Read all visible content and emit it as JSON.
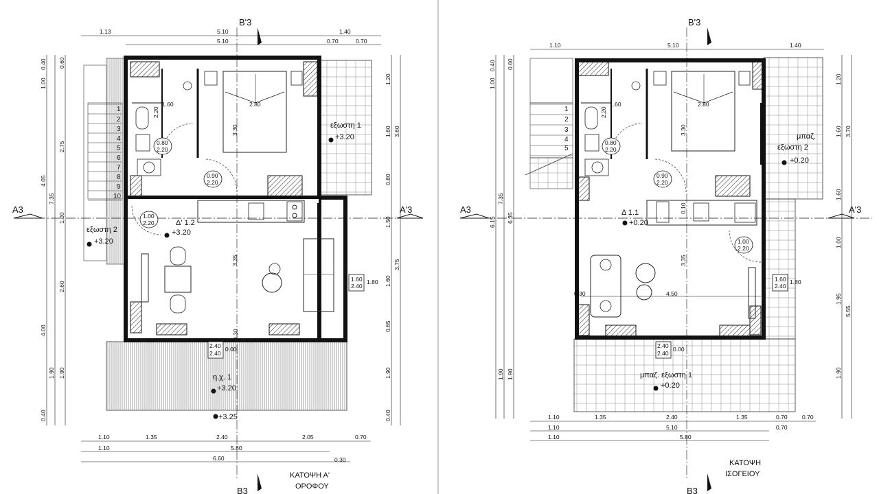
{
  "sections": {
    "b3": "B'3",
    "a3": "A3",
    "a3p": "A'3",
    "b3_bottom": "B3"
  },
  "upper": {
    "title_line1": "ΚΑΤΟΨΗ Α'",
    "title_line2": "ΟΡΟΦΟΥ",
    "terrace1_name": "εξωστη 1",
    "terrace1_level": "+3.20",
    "terrace2_name": "εξωστη 2",
    "terrace2_level": "+3.20",
    "room_name": "Δ' 1.2",
    "room_level": "+3.20",
    "hx_name": "η.χ. 1",
    "hx_level": "+3.20",
    "roof_level": "+3.25",
    "stairs": [
      "1",
      "2",
      "3",
      "4",
      "5",
      "6",
      "7",
      "8",
      "9",
      "10"
    ],
    "door_bath": [
      "0.80",
      "2.20"
    ],
    "door_bed": [
      "0.90",
      "2.20"
    ],
    "door_entry": [
      "1.00",
      "2.20"
    ],
    "win_right": [
      "1.60",
      "2.40"
    ],
    "win_right_sill": "1.80",
    "win_bottom": [
      "2.40",
      "2.40"
    ],
    "win_bottom_sill": "0.00",
    "inner": {
      "bath_w": "1.60",
      "bed_w": "2.80",
      "bed_d": "3.30",
      "living_d": "3.35",
      "wc": "2.20",
      "small": "0.30"
    },
    "top_dims": {
      "r1": [
        "1.13",
        "5.10",
        "1.40"
      ],
      "r2": [
        "5.10",
        "0.70",
        "0.70"
      ]
    },
    "bottom_dims": {
      "r1": [
        "1.10",
        "1.35",
        "2.40",
        "2.05",
        "0.70"
      ],
      "r2": [
        "1.10",
        "5.80"
      ],
      "r3": [
        "6.60"
      ],
      "r4": [
        "0.30"
      ]
    },
    "left_dims": {
      "c1": [
        "0.40",
        "1.00",
        "4.05",
        "4.00",
        "0.40"
      ],
      "c2": [
        "0.60",
        "2.75",
        "7.35",
        "2.60",
        "1.90"
      ],
      "c3": [
        "1.00",
        "1.90"
      ]
    },
    "right_dims": {
      "c1": [
        "1.20",
        "1.60",
        "0.80",
        "1.50",
        "1.60",
        "0.65",
        "1.90",
        "0.40"
      ],
      "c2": [
        "3.60",
        "3.75"
      ]
    }
  },
  "ground": {
    "title_line1": "ΚΑΤΟΨΗ",
    "title_line2": "ΙΣΟΓΕΙΟΥ",
    "terrace2_name_1": "μπαζ.",
    "terrace2_name_2": "εξωστη 2",
    "terrace2_level": "+0.20",
    "terrace1_name": "μπαζ. εξωστη 1",
    "terrace1_level": "+0.20",
    "room_name": "Δ 1.1",
    "room_level": "+0.20",
    "stairs": [
      "1",
      "2",
      "3",
      "4",
      "5"
    ],
    "door_bath": [
      "0.80",
      "2.20"
    ],
    "door_bed": [
      "0.90",
      "2.20"
    ],
    "door_entry": [
      "1.00",
      "2.20"
    ],
    "win_right": [
      "1.60",
      "2.40"
    ],
    "win_right_sill": "1.80",
    "win_bottom": [
      "2.40",
      "2.40"
    ],
    "win_bottom_sill": "0.00",
    "inner": {
      "bath_w": "1.60",
      "bed_w": "2.80",
      "bed_d": "3.30",
      "living_d": "3.35",
      "living_w": "4.50",
      "wc": "2.20",
      "small1": "0.10",
      "small2": "0.30"
    },
    "top_dims": {
      "r1": [
        "1.10",
        "5.10",
        "1.40"
      ]
    },
    "bottom_dims": {
      "r1": [
        "1.10",
        "1.35",
        "2.40",
        "1.35",
        "0.70",
        "0.70"
      ],
      "r2": [
        "1.10",
        "5.10",
        "0.70"
      ],
      "r3": [
        "1.10",
        "5.80"
      ]
    },
    "left_dims": {
      "c1": [
        "0.40",
        "1.00",
        "6.15"
      ],
      "c2": [
        "0.60",
        "7.35",
        "1.90"
      ],
      "c3": [
        "6.35",
        "1.90"
      ]
    },
    "right_dims": {
      "c1": [
        "1.20",
        "1.60",
        "1.60",
        "1.00",
        "1.95",
        "1.90"
      ],
      "c2": [
        "3.70",
        "5.55"
      ]
    }
  }
}
